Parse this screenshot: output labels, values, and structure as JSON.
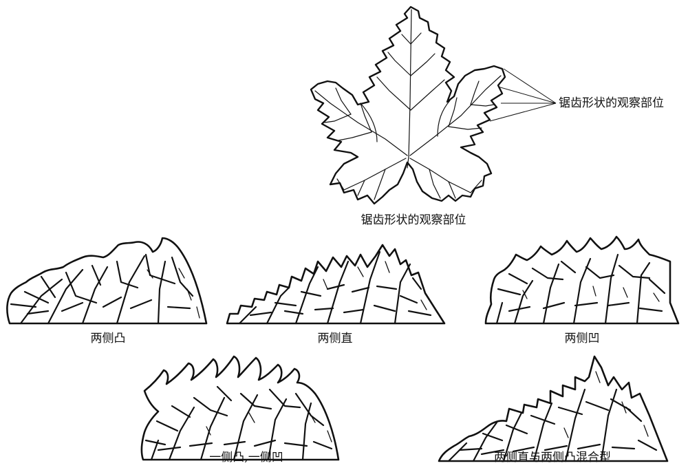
{
  "diagram": {
    "callout_label": "锯齿形状的观察部位",
    "leaf_caption": "锯齿形状的观察部位",
    "panels": [
      {
        "id": "convex-both",
        "label": "两侧凸"
      },
      {
        "id": "straight-both",
        "label": "两侧直"
      },
      {
        "id": "concave-both",
        "label": "两侧凹"
      },
      {
        "id": "convex-concave",
        "label": "一侧凸,一侧凹"
      },
      {
        "id": "mixed",
        "label": "两侧直与两侧凸混合型"
      }
    ]
  }
}
